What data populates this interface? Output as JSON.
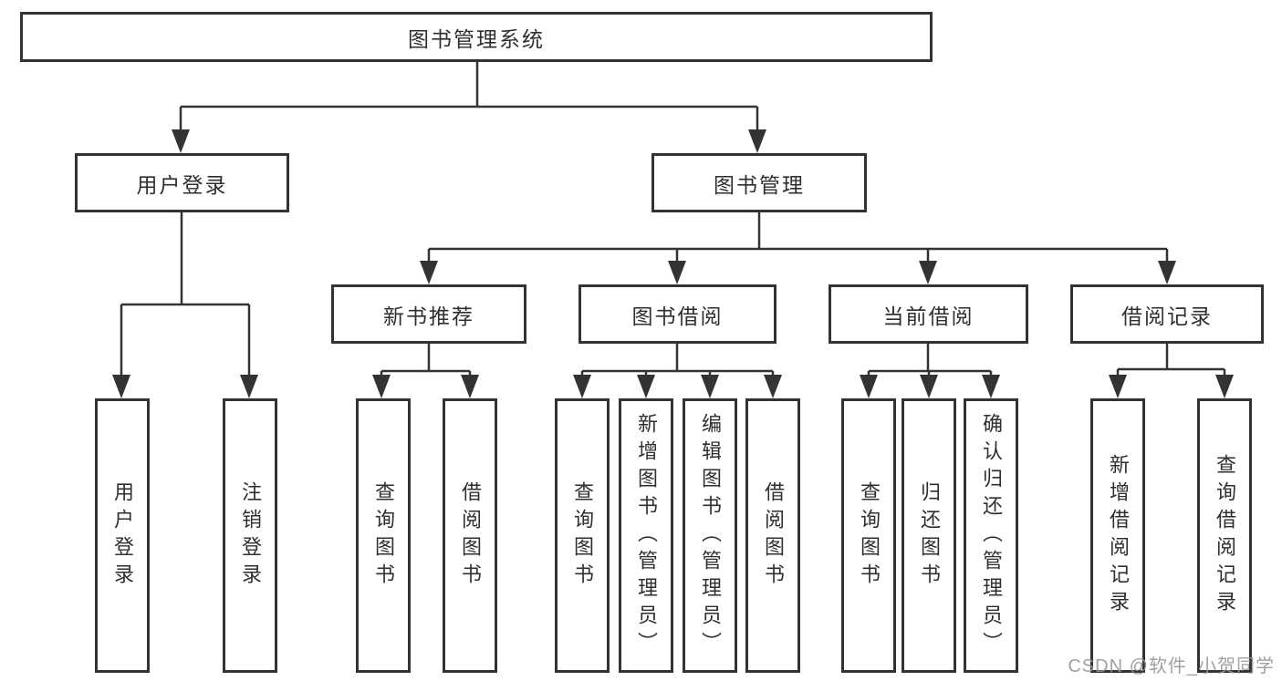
{
  "tree": {
    "label": "图书管理系统",
    "children": [
      {
        "label": "用户登录",
        "children": [
          {
            "label": "用户登录"
          },
          {
            "label": "注销登录"
          }
        ]
      },
      {
        "label": "图书管理",
        "children": [
          {
            "label": "新书推荐",
            "children": [
              {
                "label": "查询图书"
              },
              {
                "label": "借阅图书"
              }
            ]
          },
          {
            "label": "图书借阅",
            "children": [
              {
                "label": "查询图书"
              },
              {
                "label": "新增图书（管理员）"
              },
              {
                "label": "编辑图书（管理员）"
              },
              {
                "label": "借阅图书"
              }
            ]
          },
          {
            "label": "当前借阅",
            "children": [
              {
                "label": "查询图书"
              },
              {
                "label": "归还图书"
              },
              {
                "label": "确认归还（管理员）"
              }
            ]
          },
          {
            "label": "借阅记录",
            "children": [
              {
                "label": "新增借阅记录"
              },
              {
                "label": "查询借阅记录"
              }
            ]
          }
        ]
      }
    ]
  },
  "watermark": "CSDN @软件_小贺同学",
  "colors": {
    "line": "#333333",
    "text": "#2f2f2f",
    "watermark": "#969696",
    "background": "#ffffff"
  }
}
